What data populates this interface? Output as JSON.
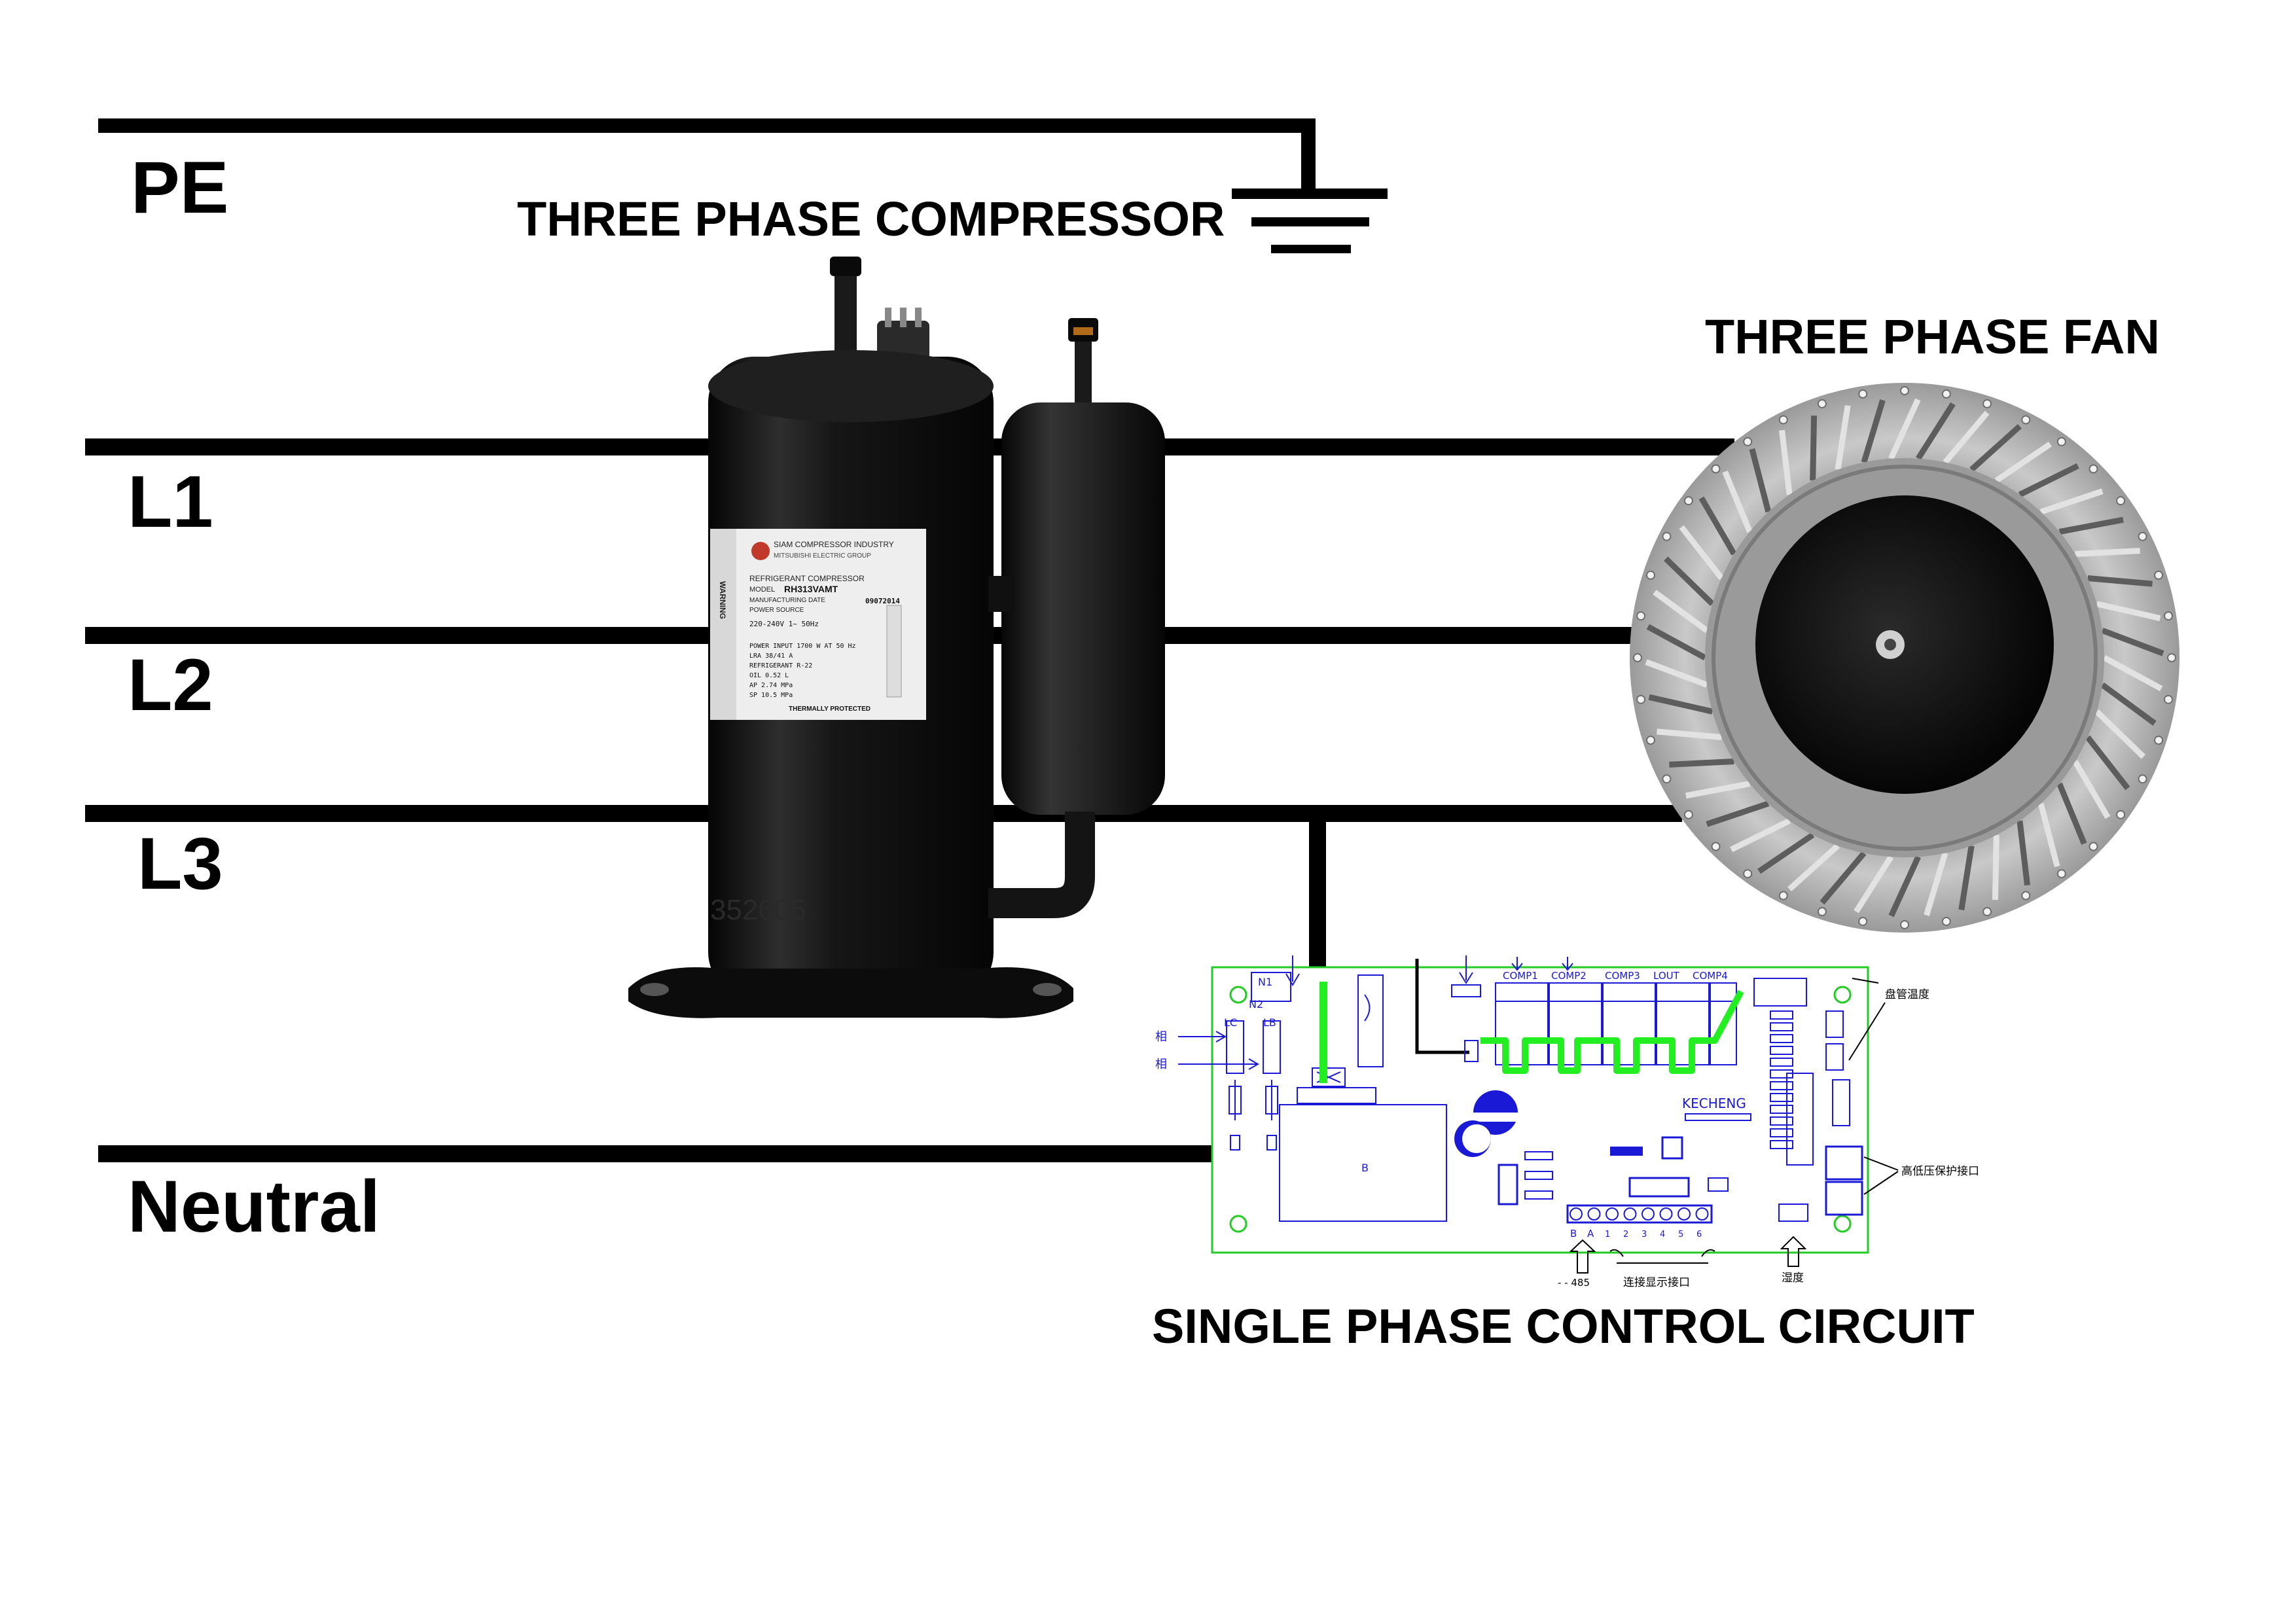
{
  "lines": {
    "pe": "PE",
    "l1": "L1",
    "l2": "L2",
    "l3": "L3",
    "neutral": "Neutral"
  },
  "components": {
    "compressor": {
      "title": "THREE PHASE COMPRESSOR",
      "nameplate": {
        "brand": "SIAM COMPRESSOR INDUSTRY",
        "group": "MITSUBISHI ELECTRIC GROUP",
        "type": "REFRIGERANT COMPRESSOR",
        "model_label": "MODEL",
        "model": "RH313VAMT",
        "mfg_label": "MANUFACTURING DATE",
        "mfg_date": "09072014",
        "power_label": "POWER SOURCE",
        "power": "220-240V 1~ 50Hz",
        "input": "POWER INPUT 1700 W AT 50 Hz",
        "lra": "LRA 38/41 A",
        "refrigerant": "REFRIGERANT R-22",
        "oil": "OIL 0.52 L",
        "ap": "AP 2.74 MPa",
        "sp": "SP 10.5 MPa",
        "protected": "THERMALLY PROTECTED",
        "warning": "WARNING"
      },
      "serial": "352605"
    },
    "fan": {
      "title": "THREE PHASE FAN"
    },
    "control": {
      "title": "SINGLE PHASE CONTROL CIRCUIT",
      "board_labels": {
        "n1": "N1",
        "n2": "N2",
        "lc": "LC",
        "lb": "LB",
        "phase1": "相",
        "phase2": "相",
        "comp1": "COMP1",
        "comp2": "COMP2",
        "comp3": "COMP3",
        "lout": "LOUT",
        "comp4": "COMP4",
        "maker": "KECHENG",
        "b": "B",
        "a": "A",
        "pins": [
          "1",
          "2",
          "3",
          "4",
          "5",
          "6"
        ],
        "rs485": "- - 485",
        "display_port": "连接显示接口",
        "coil_temp": "盘管温度",
        "pressure_port": "高低压保护接口",
        "humidity": "湿度",
        "transformer": "B"
      }
    }
  },
  "colors": {
    "wire": "#000000",
    "pcb_outline": "#22cc22",
    "pcb_ink": "#1a1ad6",
    "highlight": "#22ee22",
    "compressor_body": "#121212",
    "fan_metal": "#a8a8a8"
  }
}
